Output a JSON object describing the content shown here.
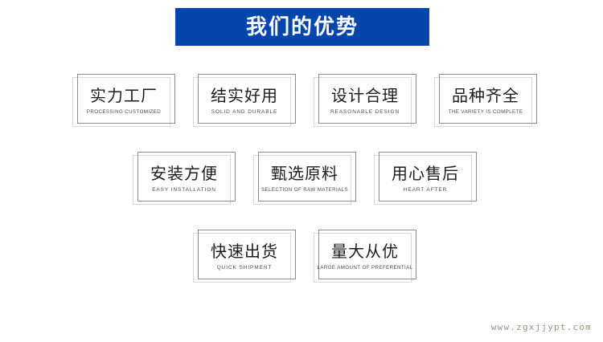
{
  "banner": {
    "title": "我们的优势",
    "background_color": "#0546ac",
    "text_color": "#ffffff"
  },
  "colors": {
    "accent_blue": "#0546ac",
    "frame_light": "#d8d8d8",
    "frame_dark": "#8d8d8d",
    "heading_text": "#1c1c1c",
    "subtext": "#4a4a4a",
    "watermark": "#9d9384",
    "page_background": "#ffffff"
  },
  "rows": [
    {
      "row_name": "row-1",
      "cells": [
        {
          "cn": "实力工厂",
          "en": "PROCESSING CUSTOMIZED",
          "tight": true
        },
        {
          "cn": "结实好用",
          "en": "SOLID AND DURABLE",
          "tight": false
        },
        {
          "cn": "设计合理",
          "en": "REASONABLE DESIGN",
          "tight": false
        },
        {
          "cn": "品种齐全",
          "en": "THE VARIETY IS COMPLETE",
          "tight": true
        }
      ]
    },
    {
      "row_name": "row-2",
      "cells": [
        {
          "cn": "安装方便",
          "en": "EASY INSTALLATION",
          "tight": false
        },
        {
          "cn": "甄选原料",
          "en": "SELECTION OF RAW MATERIALS",
          "tight": true
        },
        {
          "cn": "用心售后",
          "en": "HEART AFTER",
          "tight": false
        }
      ]
    },
    {
      "row_name": "row-3",
      "cells": [
        {
          "cn": "快速出货",
          "en": "QUICK SHIPMENT",
          "tight": false
        },
        {
          "cn": "量大从优",
          "en": "LARGE AMOUNT OF PREFERENTIAL",
          "tight": true
        }
      ]
    }
  ],
  "watermark": {
    "text": "www.zgxjjypt.com"
  }
}
